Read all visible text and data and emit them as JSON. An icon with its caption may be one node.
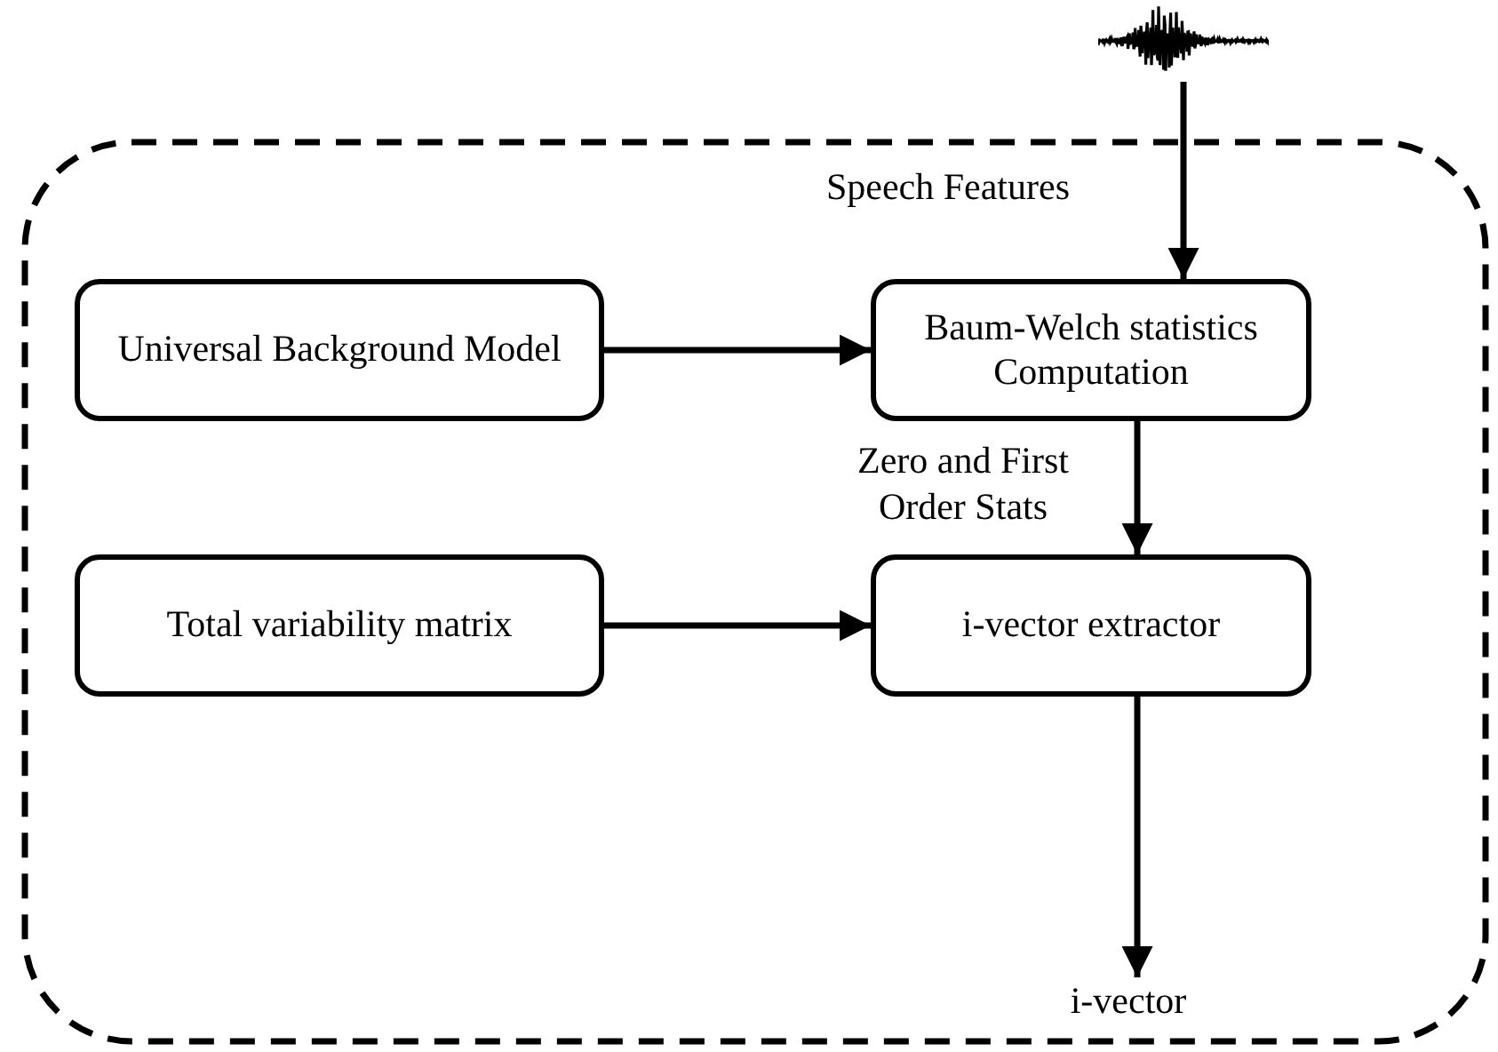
{
  "diagram": {
    "nodes": [
      {
        "text": [],
        "shape": "box"
      },
      {
        "text": [],
        "shape": "picture"
      },
      {
        "text": [
          "Universal Background Model"
        ],
        "in": 0
      },
      {
        "text": [
          "Baum-Welch statistics Computation"
        ],
        "in": 0
      },
      {
        "text": [
          "Total variability matrix"
        ],
        "in": 0
      },
      {
        "text": [
          "i-vector extractor"
        ],
        "in": 0
      },
      {
        "text": [
          "i-vector"
        ],
        "in": 0
      }
    ],
    "edges": [
      {
        "from": 1,
        "to": 3,
        "arrow": "to",
        "label": "Speech Features"
      },
      {
        "from": 2,
        "to": 3,
        "arrow": "to"
      },
      {
        "from": 3,
        "to": 5,
        "arrow": "to",
        "label": "Zero and First Order Stats"
      },
      {
        "from": 4,
        "to": 5,
        "arrow": "to"
      },
      {
        "from": 5,
        "to": 6,
        "arrow": "to"
      }
    ]
  }
}
